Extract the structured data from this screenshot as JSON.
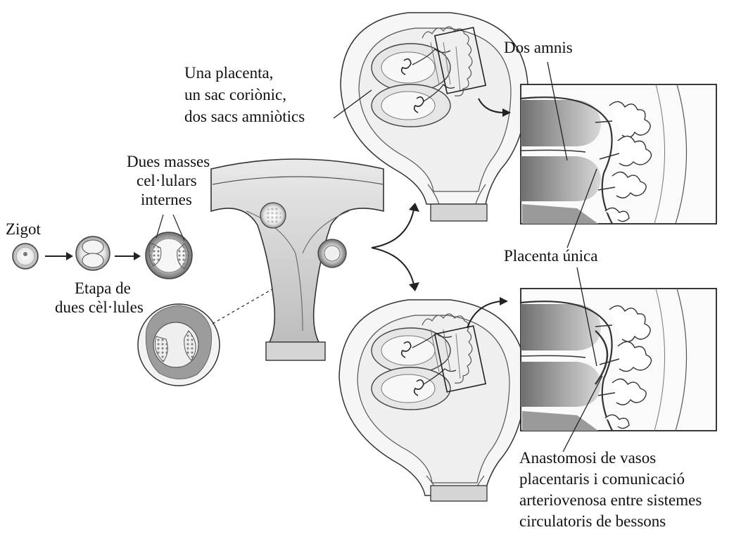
{
  "labels": {
    "zigot": "Zigot",
    "two_cell_line1": "Etapa de",
    "two_cell_line2": "dues cèl·lules",
    "inner_mass_line1": "Dues masses",
    "inner_mass_line2": "cel·lulars",
    "inner_mass_line3": "internes",
    "placenta_line1": "Una placenta,",
    "placenta_line2": "un sac coriònic,",
    "placenta_line3": "dos sacs amniòtics",
    "two_amnion": "Dos amnis",
    "single_placenta": "Placenta única",
    "anast_line1": "Anastomosi de vasos",
    "anast_line2": "placentaris i comunicació",
    "anast_line3": "arteriovenosa entre sistemes",
    "anast_line4": "circulatoris de bessons"
  },
  "colors": {
    "ink": "#222222",
    "shade_dark": "#8a8a8a",
    "shade_mid": "#b9b9b9",
    "shade_light": "#e2e2e2"
  }
}
